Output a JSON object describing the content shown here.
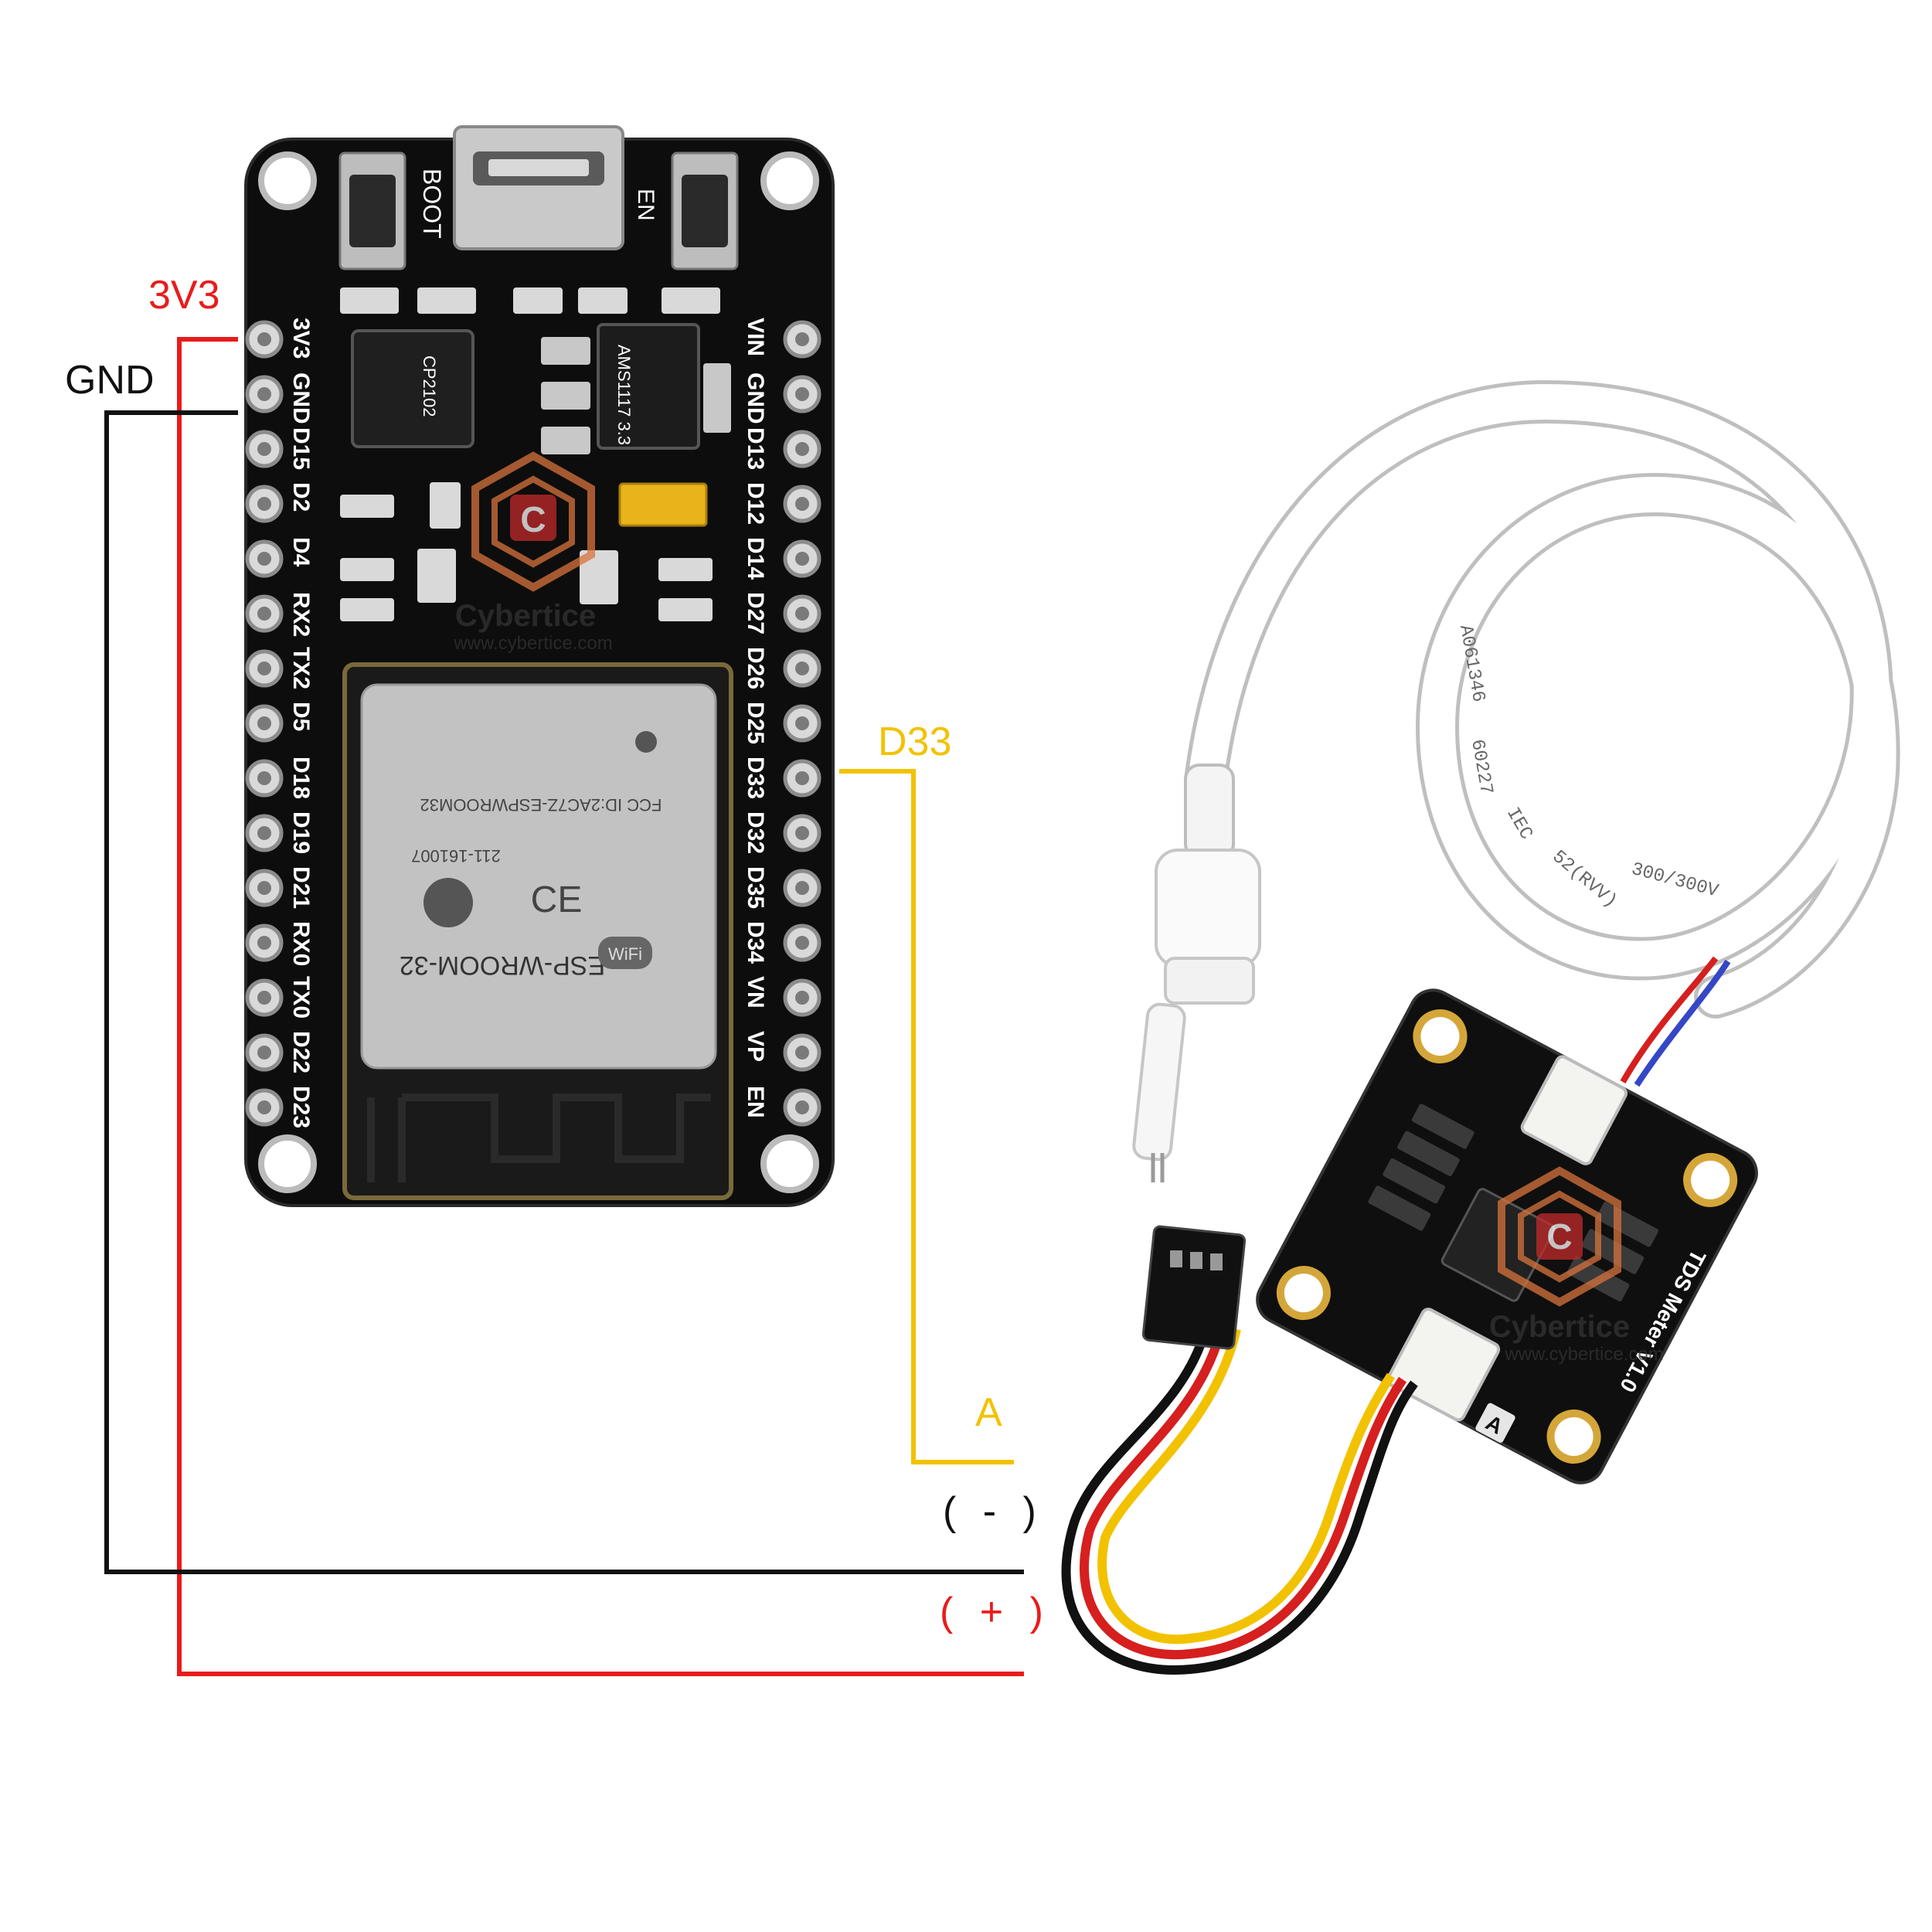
{
  "diagram": {
    "wire_labels": {
      "v33": "3V3",
      "gnd": "GND",
      "d33": "D33",
      "a": "A",
      "minus": "( - )",
      "plus": "( + )"
    },
    "colors": {
      "power": "#e81c1c",
      "ground": "#111111",
      "signal": "#f2c200",
      "board": "#0d0d0d"
    },
    "esp32_board": {
      "left_pins": [
        "3V3",
        "GND",
        "D15",
        "D2",
        "D4",
        "RX2",
        "TX2",
        "D5",
        "D18",
        "D19",
        "D21",
        "RX0",
        "TX0",
        "D22",
        "D23"
      ],
      "right_pins": [
        "VIN",
        "GND",
        "D13",
        "D12",
        "D14",
        "D27",
        "D26",
        "D25",
        "D33",
        "D32",
        "D35",
        "D34",
        "VN",
        "VP",
        "EN"
      ],
      "boot_label": "BOOT",
      "en_label": "EN",
      "usb_chip_label": "CP2102",
      "regulator_label": "AMS1117 3.3",
      "module_name": "ESP-WROOM-32",
      "module_fcc": "FCC ID:2AC7Z-ESPWROOM32",
      "module_cert": "211-161007",
      "wifi_label": "WiFi"
    },
    "tds_module": {
      "title": "TDS Meter V1.0",
      "connector_label": "A"
    },
    "probe_cable": {
      "print_1": "A061346",
      "print_2": "60227",
      "print_3": "IEC",
      "print_4": "52(RVV)",
      "print_5": "300/300V"
    },
    "watermark": {
      "name": "Cybertice",
      "url": "www.cybertice.com"
    }
  }
}
